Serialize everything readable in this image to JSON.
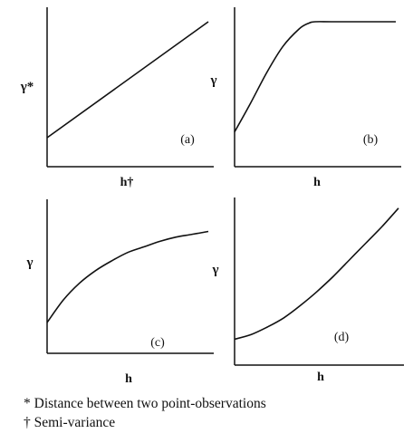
{
  "chart_data": [
    {
      "type": "line",
      "panel_label": "(a)",
      "ylabel": "γ*",
      "xlabel": "h†",
      "series": [
        {
          "x": [
            0,
            1
          ],
          "y": [
            0.2,
            1.0
          ]
        }
      ],
      "xlim": [
        0,
        1
      ],
      "ylim": [
        0,
        1.1
      ],
      "grid": false
    },
    {
      "type": "line",
      "panel_label": "(b)",
      "ylabel": "γ",
      "xlabel": "h",
      "series": [
        {
          "x": [
            0,
            0.1,
            0.2,
            0.3,
            0.4,
            0.46,
            0.5,
            0.6,
            0.8,
            1.0
          ],
          "y": [
            0.24,
            0.44,
            0.65,
            0.83,
            0.95,
            0.99,
            1.0,
            1.0,
            1.0,
            1.0
          ]
        }
      ],
      "xlim": [
        0,
        1
      ],
      "ylim": [
        0,
        1.1
      ],
      "grid": false
    },
    {
      "type": "line",
      "panel_label": "(c)",
      "ylabel": "γ",
      "xlabel": "h",
      "series": [
        {
          "x": [
            0,
            0.1,
            0.2,
            0.3,
            0.4,
            0.5,
            0.6,
            0.7,
            0.8,
            0.9,
            1.0
          ],
          "y": [
            0.22,
            0.38,
            0.5,
            0.59,
            0.66,
            0.72,
            0.76,
            0.8,
            0.83,
            0.85,
            0.87
          ]
        }
      ],
      "xlim": [
        0,
        1
      ],
      "ylim": [
        0,
        1.1
      ],
      "grid": false
    },
    {
      "type": "line",
      "panel_label": "(d)",
      "ylabel": "γ",
      "xlabel": "h",
      "series": [
        {
          "x": [
            0,
            0.1,
            0.2,
            0.3,
            0.4,
            0.5,
            0.6,
            0.7,
            0.8,
            0.9,
            1.0
          ],
          "y": [
            0.17,
            0.2,
            0.25,
            0.31,
            0.39,
            0.48,
            0.58,
            0.69,
            0.8,
            0.91,
            1.03
          ]
        }
      ],
      "xlim": [
        0,
        1
      ],
      "ylim": [
        0,
        1.1
      ],
      "grid": false
    }
  ],
  "notes": {
    "distance": "* Distance between two point-observations",
    "semivariance": "† Semi-variance"
  },
  "colors": {
    "line": "#111111",
    "axis": "#111111"
  }
}
